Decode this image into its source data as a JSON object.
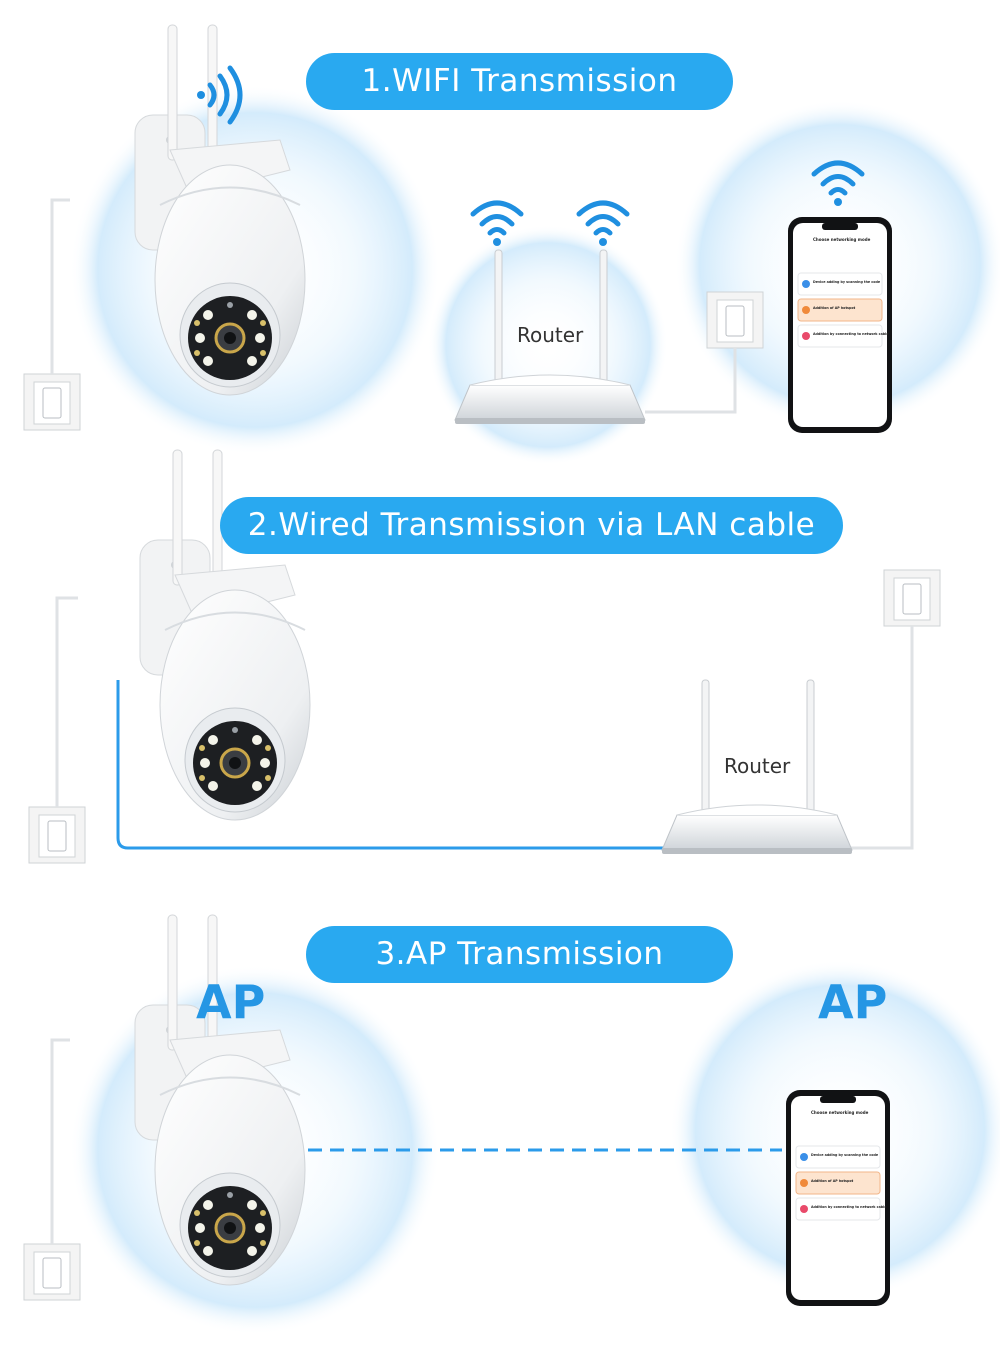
{
  "sections": [
    {
      "title": "1.WIFI Transmission",
      "router_label": "Router"
    },
    {
      "title": "2.Wired Transmission via LAN cable",
      "router_label": "Router"
    },
    {
      "title": "3.AP Transmission",
      "ap_left": "AP",
      "ap_right": "AP"
    }
  ],
  "phone_app": {
    "title": "Choose networking mode",
    "options": [
      "Device adding by scanning the code",
      "Addition of AP hotspot",
      "Addition by connecting to network cable"
    ]
  },
  "colors": {
    "pill": "#29a9f0",
    "ap_text": "#2596e4",
    "wifi_icon": "#1f8fe0",
    "lan_cable": "#2b9bea",
    "signal_glow": "#cfe9fb"
  },
  "icons": [
    "wifi-icon",
    "camera-icon",
    "router-icon",
    "phone-icon",
    "wall-socket-icon"
  ]
}
